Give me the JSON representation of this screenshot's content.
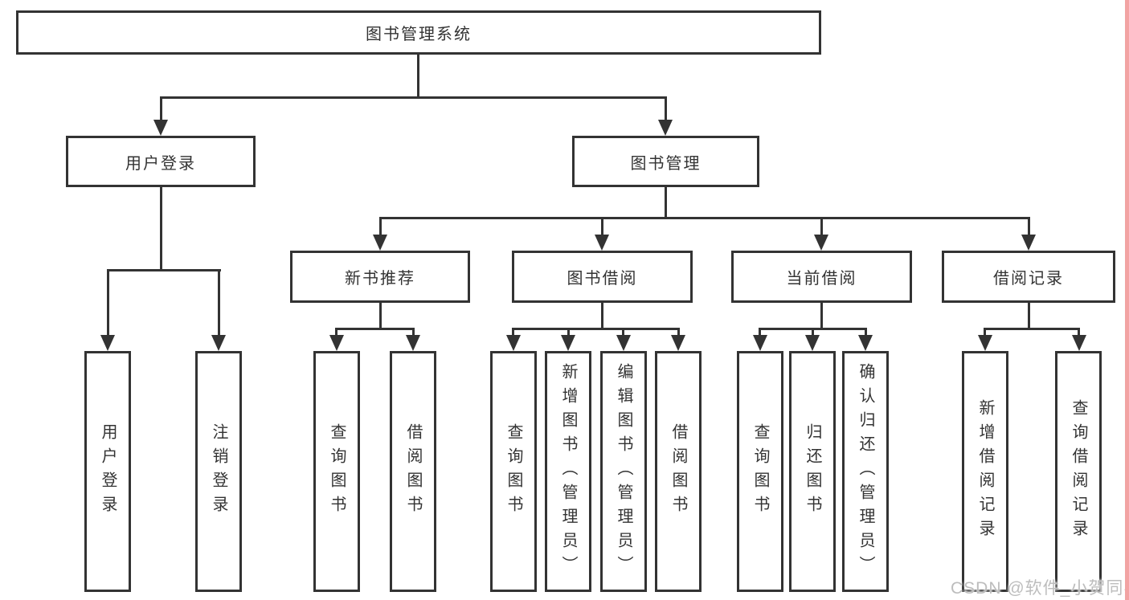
{
  "tree": {
    "root": {
      "label": "图书管理系统",
      "children": [
        {
          "label": "用户登录",
          "children": [
            {
              "label": "用户登录"
            },
            {
              "label": "注销登录"
            }
          ]
        },
        {
          "label": "图书管理",
          "children": [
            {
              "label": "新书推荐",
              "children": [
                {
                  "label": "查询图书"
                },
                {
                  "label": "借阅图书"
                }
              ]
            },
            {
              "label": "图书借阅",
              "children": [
                {
                  "label": "查询图书"
                },
                {
                  "label": "新增图书（管理员）"
                },
                {
                  "label": "编辑图书（管理员）"
                },
                {
                  "label": "借阅图书"
                }
              ]
            },
            {
              "label": "当前借阅",
              "children": [
                {
                  "label": "查询图书"
                },
                {
                  "label": "归还图书"
                },
                {
                  "label": "确认归还（管理员）"
                }
              ]
            },
            {
              "label": "借阅记录",
              "children": [
                {
                  "label": "新增借阅记录"
                },
                {
                  "label": "查询借阅记录"
                }
              ]
            }
          ]
        }
      ]
    }
  },
  "watermark": {
    "text": "CSDN @软件_小贺同学"
  },
  "colors": {
    "line": "#333333",
    "box_border": "#333333",
    "text": "#333333",
    "watermark": "#bdbdbd",
    "right_edge_strip": "#f2a3a3",
    "background": "#ffffff"
  }
}
